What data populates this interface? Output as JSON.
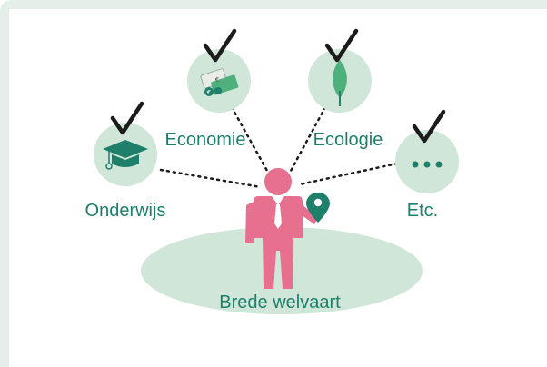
{
  "diagram": {
    "center_label": "Brede welvaart",
    "domains": [
      {
        "key": "onderwijs",
        "label": "Onderwijs",
        "icon": "graduation-cap-icon",
        "checked": true
      },
      {
        "key": "economie",
        "label": "Economie",
        "icon": "money-icon",
        "checked": true
      },
      {
        "key": "ecologie",
        "label": "Ecologie",
        "icon": "tree-icon",
        "checked": true
      },
      {
        "key": "etc",
        "label": "Etc.",
        "icon": "ellipsis-icon",
        "checked": true
      }
    ]
  },
  "colors": {
    "accent": "#1e7f6b",
    "circle": "#cfe6d8",
    "ellipse": "#cfe6d8",
    "person": "#e8708f",
    "pin": "#1e7f6b",
    "frame": "#e3efe8",
    "check": "#1b1b1b"
  }
}
